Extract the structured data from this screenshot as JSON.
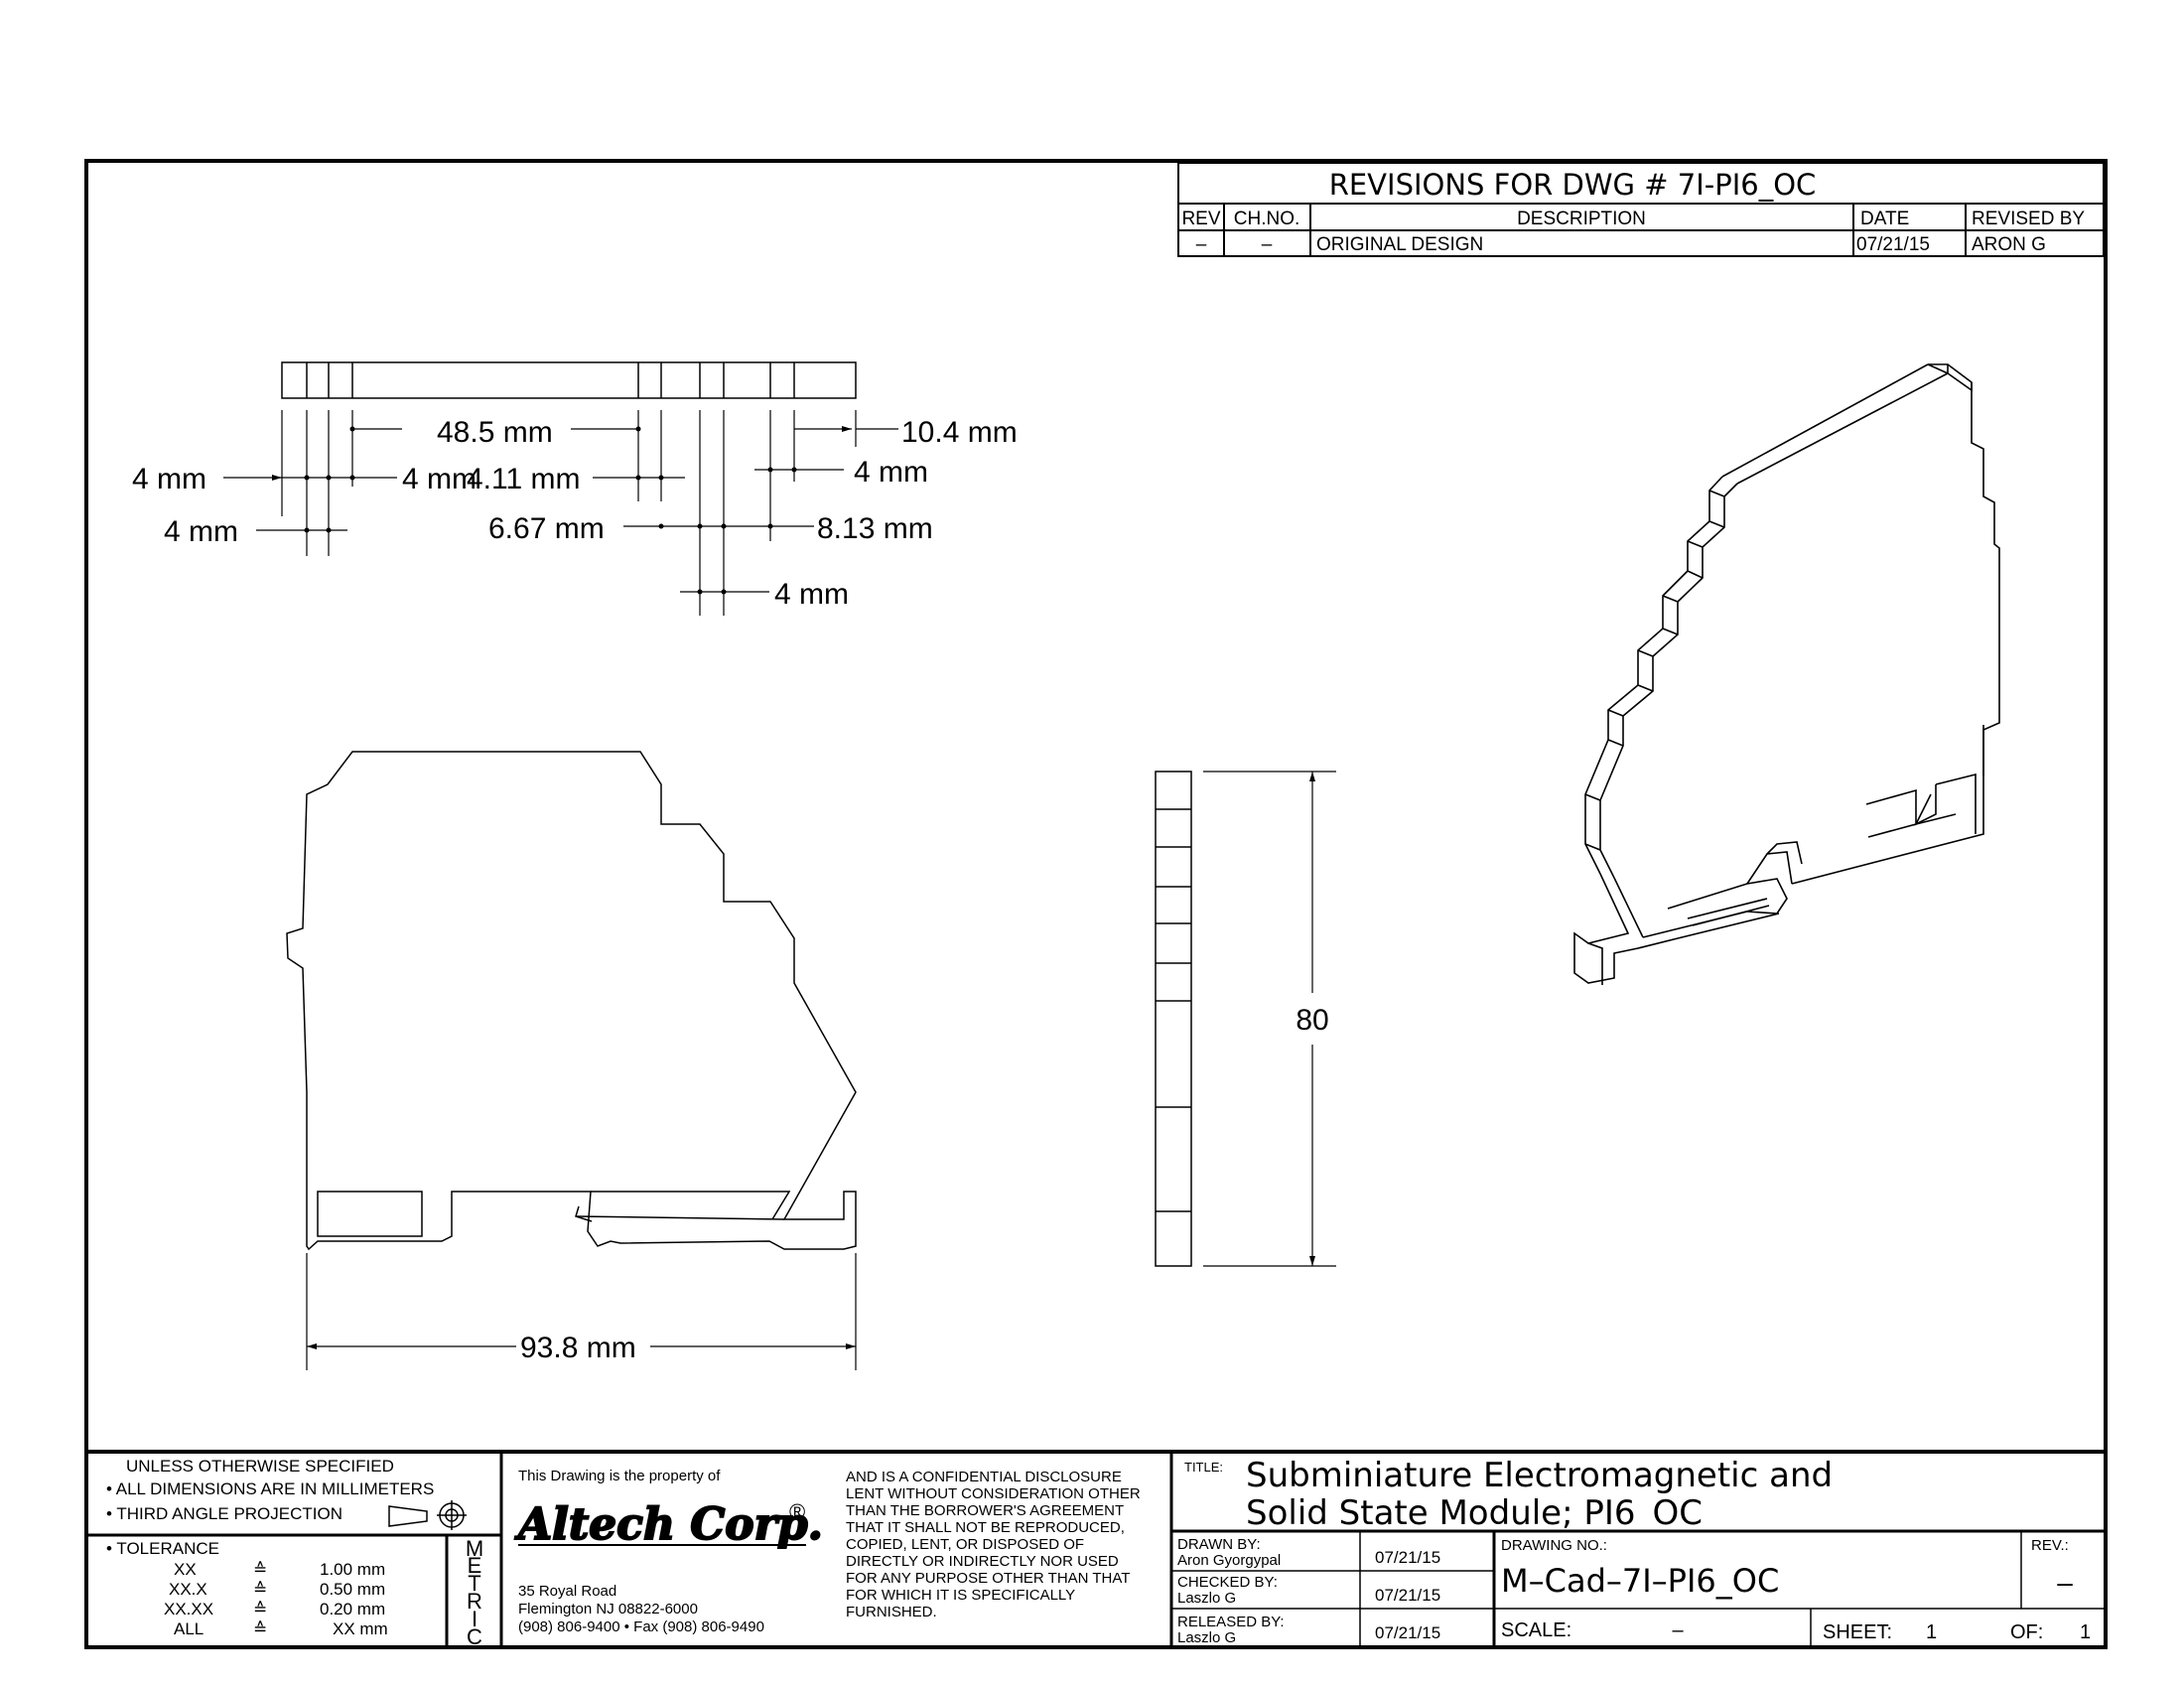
{
  "revisions": {
    "title": "REVISIONS FOR DWG # 7I-PI6_OC",
    "headers": {
      "rev": "REV",
      "chno": "CH.NO.",
      "description": "DESCRIPTION",
      "date": "DATE",
      "revised_by": "REVISED BY"
    },
    "row": {
      "rev": "–",
      "chno": "–",
      "description": "ORIGINAL DESIGN",
      "date": "07/21/15",
      "revised_by": "ARON G"
    }
  },
  "dimensions": {
    "d_48_5": "48.5 mm",
    "d_10_4": "10.4 mm",
    "d_4_a": "4 mm",
    "d_4_b": "4 mm",
    "d_4_c": "4 mm",
    "d_4_d": "4 mm",
    "d_4_e": "4 mm",
    "d_4_11": "4.11 mm",
    "d_6_67": "6.67 mm",
    "d_8_13": "8.13 mm",
    "d_93_8": "93.8 mm",
    "d_80": "80"
  },
  "notes": {
    "unless": "UNLESS OTHERWISE SPECIFIED",
    "all_dims": "• ALL DIMENSIONS ARE IN MILLIMETERS",
    "third_angle": "• THIRD ANGLE PROJECTION",
    "tolerance": "• TOLERANCE",
    "tolerances": [
      {
        "key": "XX",
        "val": "1.00 mm"
      },
      {
        "key": "XX.X",
        "val": "0.50 mm"
      },
      {
        "key": "XX.XX",
        "val": "0.20 mm"
      },
      {
        "key": "ALL",
        "val": "XX mm"
      }
    ],
    "tol_symbol": "≙",
    "metric": [
      "M",
      "E",
      "T",
      "R",
      "I",
      "C"
    ]
  },
  "company": {
    "property_of": "This Drawing is the property of",
    "name": "Altech Corp.",
    "reg": "®",
    "address1": "35 Royal Road",
    "address2": "Flemington NJ 08822-6000",
    "phone": "(908) 806-9400 • Fax (908) 806-9490",
    "disclosure": [
      "AND IS A CONFIDENTIAL DISCLOSURE",
      "LENT WITHOUT CONSIDERATION OTHER",
      "THAN THE BORROWER'S AGREEMENT",
      "THAT IT SHALL NOT BE REPRODUCED,",
      "COPIED, LENT, OR DISPOSED OF",
      "DIRECTLY OR INDIRECTLY NOR USED",
      "FOR ANY PURPOSE OTHER THAN THAT",
      "FOR WHICH IT IS SPECIFICALLY",
      "FURNISHED."
    ]
  },
  "title_block": {
    "title_label": "TITLE:",
    "title_line1": "Subminiature Electromagnetic and",
    "title_line2": "Solid State Module; PI6_OC",
    "drawn_by_label": "DRAWN BY:",
    "drawn_by": "Aron Gyorgypal",
    "drawn_date": "07/21/15",
    "checked_by_label": "CHECKED BY:",
    "checked_by": "Laszlo G",
    "checked_date": "07/21/15",
    "released_by_label": "RELEASED BY:",
    "released_by": "Laszlo G",
    "released_date": "07/21/15",
    "drawing_no_label": "DRAWING NO.:",
    "drawing_no": "M–Cad–7I–PI6_OC",
    "rev_label": "REV.:",
    "rev": "–",
    "scale_label": "SCALE:",
    "scale": "–",
    "sheet_label": "SHEET:",
    "sheet": "1",
    "of_label": "OF:",
    "of": "1"
  }
}
